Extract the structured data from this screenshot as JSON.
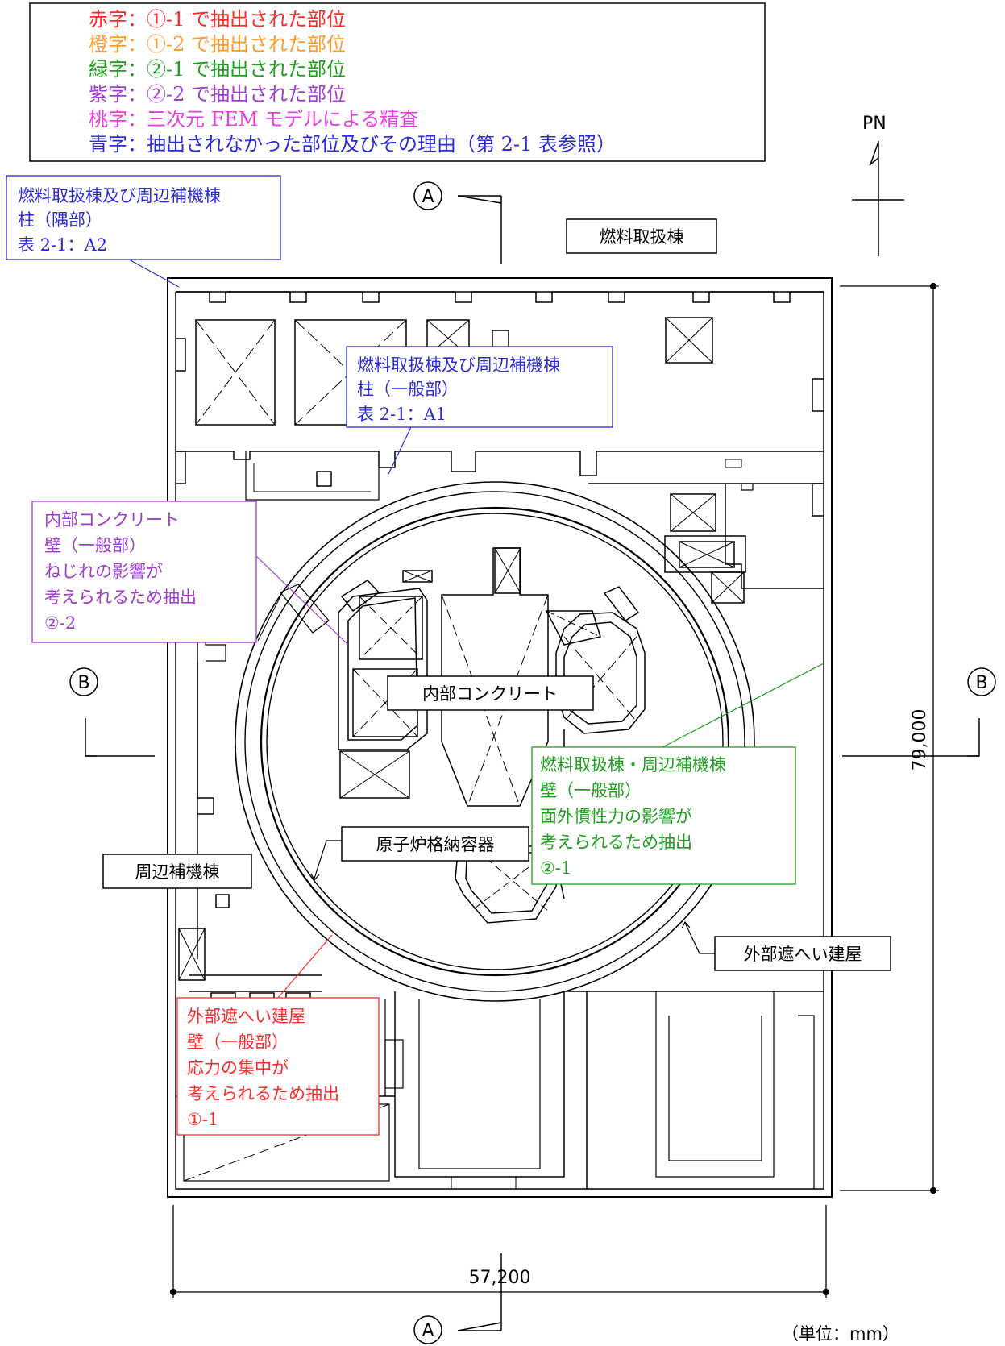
{
  "legend": {
    "items": [
      {
        "text": "赤字：①-1 で抽出された部位",
        "color": "#ff2a2a"
      },
      {
        "text": "橙字：①-2 で抽出された部位",
        "color": "#ff9a2e"
      },
      {
        "text": "緑字：②-1 で抽出された部位",
        "color": "#1ea01e"
      },
      {
        "text": "紫字：②-2 で抽出された部位",
        "color": "#a03cd0"
      },
      {
        "text": "桃字：三次元 FEM モデルによる精査",
        "color": "#e83ce0"
      },
      {
        "text": "青字：抽出されなかった部位及びその理由（第 2-1 表参照）",
        "color": "#2a2ad8"
      }
    ]
  },
  "north": {
    "label": "PN"
  },
  "sections": {
    "a": "A",
    "b": "B"
  },
  "building_labels": {
    "fuel_building": "燃料取扱棟",
    "inner_concrete": "内部コンクリート",
    "containment": "原子炉格納容器",
    "aux_building": "周辺補機棟",
    "outer_shield": "外部遮へい建屋"
  },
  "callouts": {
    "blue_corner": {
      "lines": [
        "燃料取扱棟及び周辺補機棟",
        "柱（隅部）",
        "表 2-1：A2"
      ],
      "color": "#2a2ad8"
    },
    "blue_general": {
      "lines": [
        "燃料取扱棟及び周辺補機棟",
        "柱（一般部）",
        "表 2-1：A1"
      ],
      "color": "#2a2ad8"
    },
    "purple": {
      "lines": [
        "内部コンクリート",
        "壁（一般部）",
        "ねじれの影響が",
        "考えられるため抽出",
        "②-2"
      ],
      "color": "#a03cd0"
    },
    "green": {
      "lines": [
        "燃料取扱棟・周辺補機棟",
        "壁（一般部）",
        "面外慣性力の影響が",
        "考えられるため抽出",
        "②-1"
      ],
      "color": "#1ea01e"
    },
    "red": {
      "lines": [
        "外部遮へい建屋",
        "壁（一般部）",
        "応力の集中が",
        "考えられるため抽出",
        "①-1"
      ],
      "color": "#ff2a2a"
    }
  },
  "dimensions": {
    "width": "57,200",
    "height": "79,000"
  },
  "unit_note": "（単位：mm）"
}
